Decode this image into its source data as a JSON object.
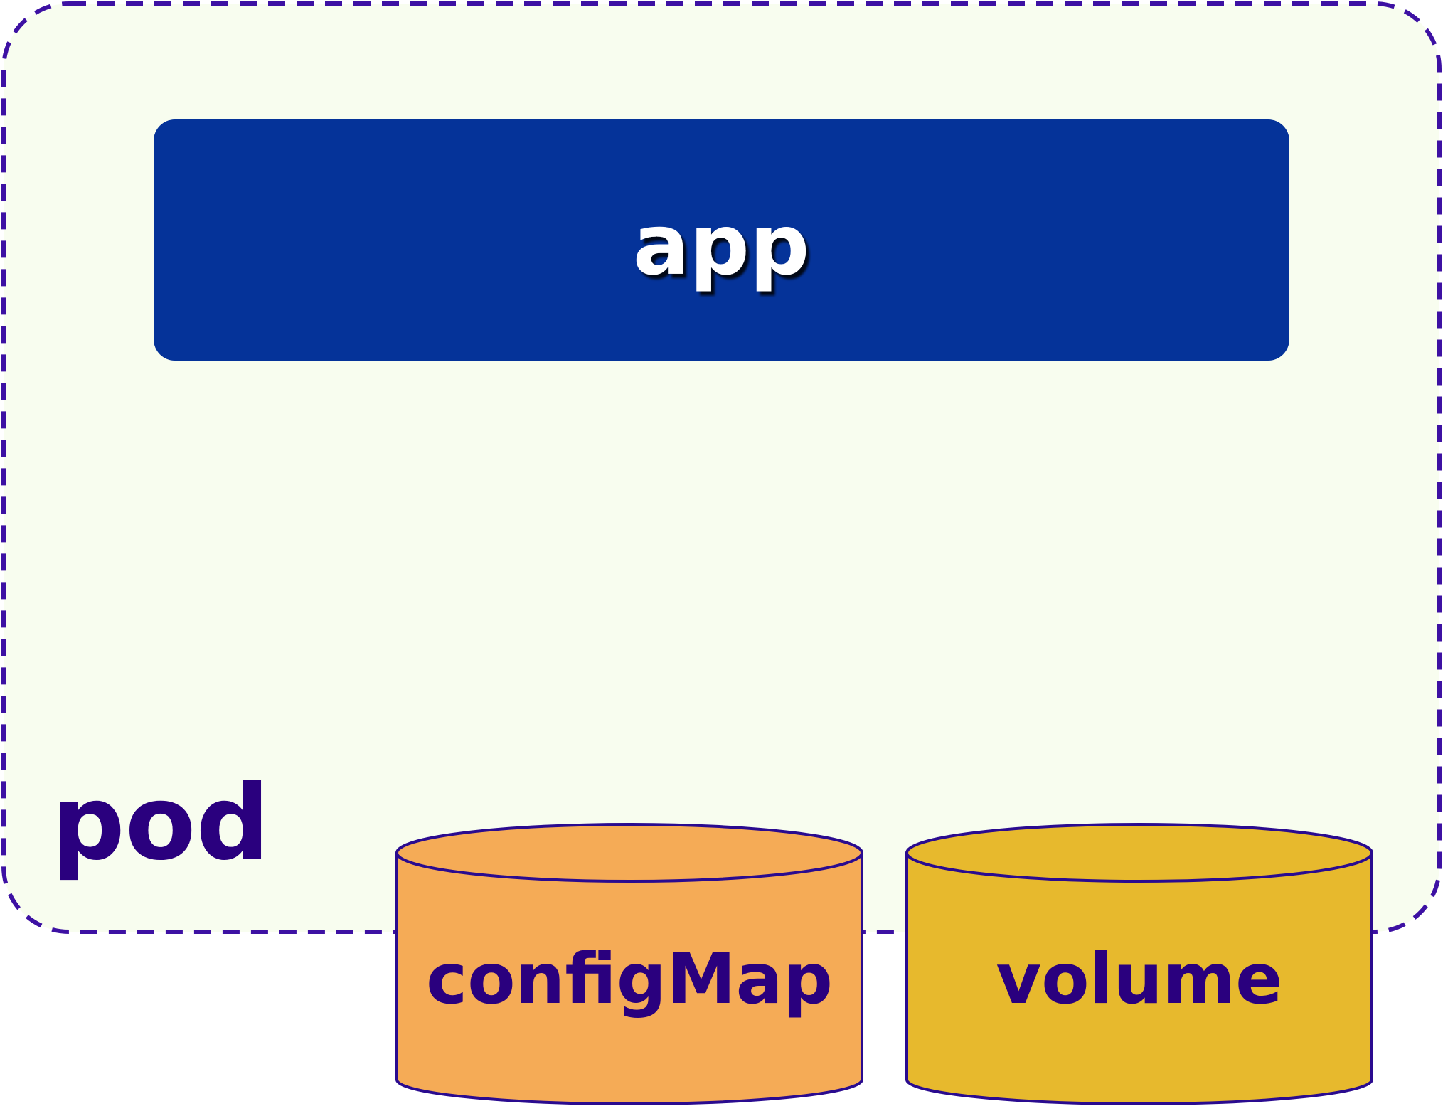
{
  "diagram": {
    "app_label": "app",
    "pod_label": "pod",
    "config_map_label": "configMap",
    "volume_label": "volume",
    "colors": {
      "pod_fill": "#f8fdef",
      "pod_border": "#3d11a3",
      "app_fill": "#053399",
      "app_text": "#ffffff",
      "label_text": "#2a007e",
      "config_map_fill": "#f5ab56",
      "volume_fill": "#e7b92d",
      "cylinder_stroke": "#2a0b8f"
    }
  }
}
